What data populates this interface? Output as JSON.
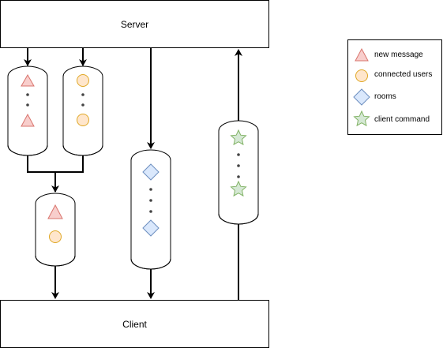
{
  "nodes": {
    "server": "Server",
    "client": "Client"
  },
  "legend": {
    "items": [
      {
        "label": "new message",
        "icon": "triangle",
        "fill": "#f8cecc",
        "stroke": "#d9746d"
      },
      {
        "label": "connected users",
        "icon": "circle",
        "fill": "#ffe6cc",
        "stroke": "#e0a826"
      },
      {
        "label": "rooms",
        "icon": "diamond",
        "fill": "#dae8fc",
        "stroke": "#6c8ebf"
      },
      {
        "label": "client command",
        "icon": "star",
        "fill": "#d5e8d4",
        "stroke": "#82b366"
      }
    ]
  }
}
